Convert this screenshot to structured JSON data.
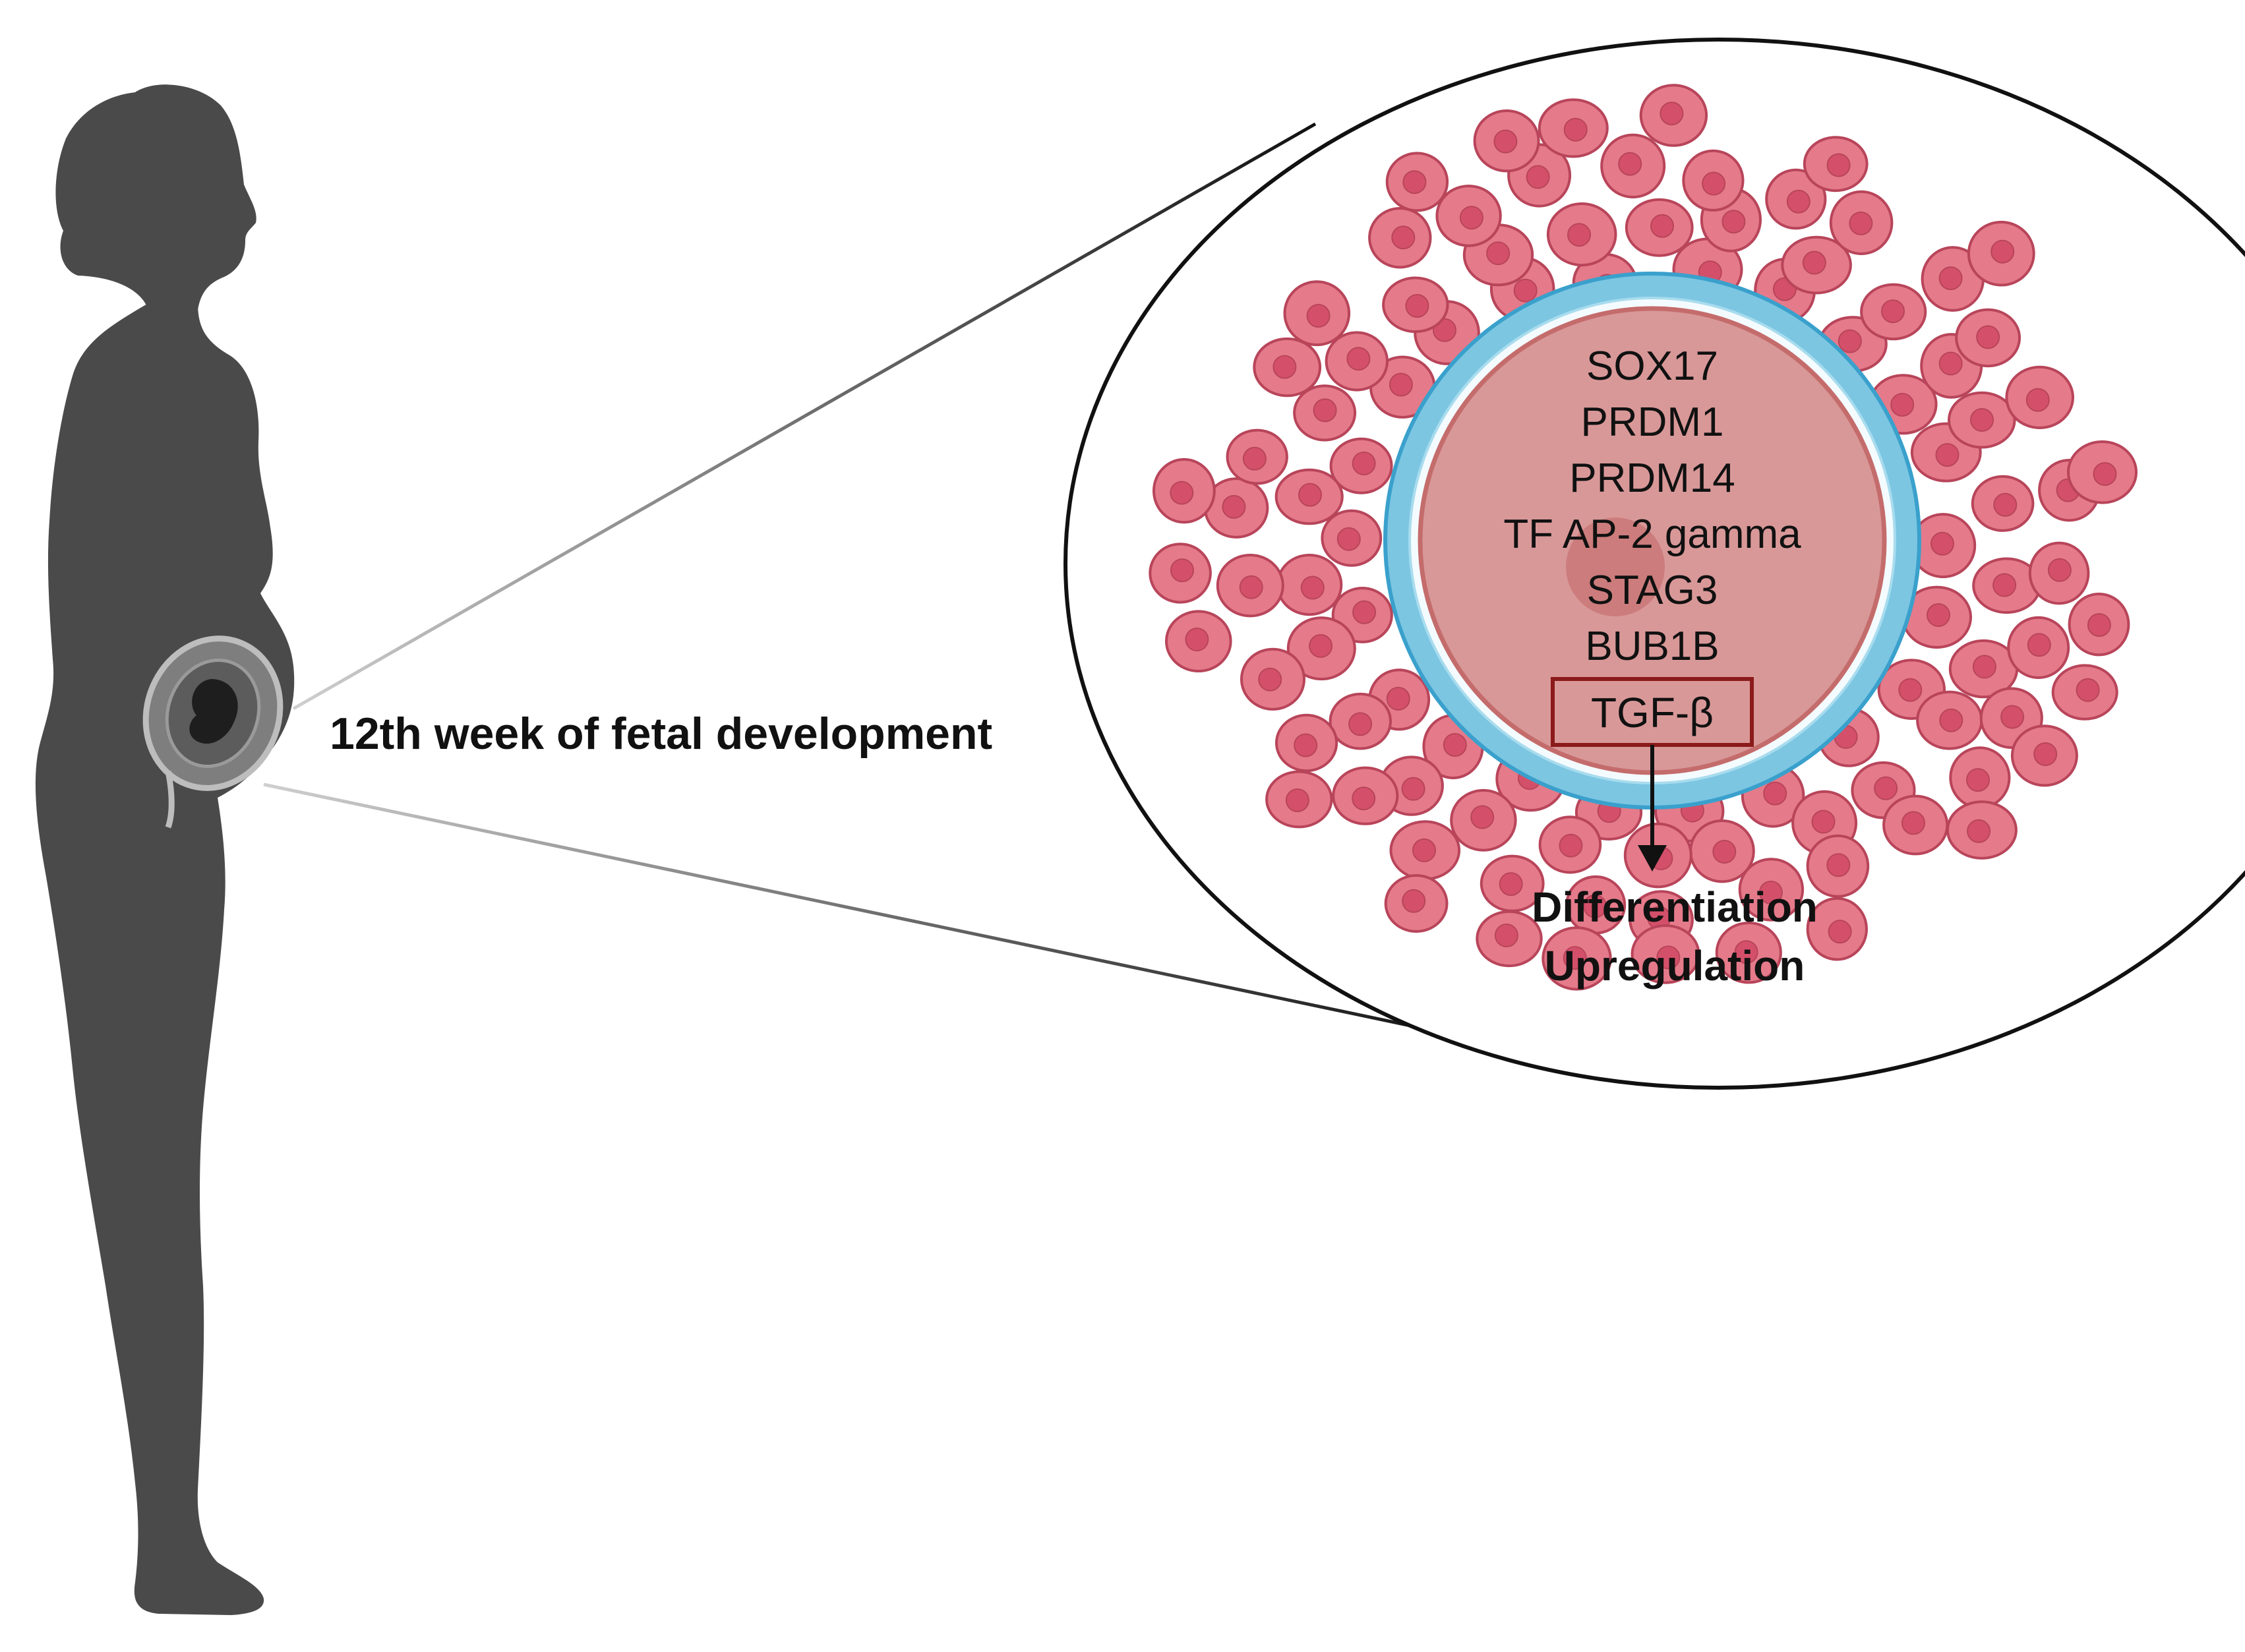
{
  "caption": "12th week of fetal development",
  "markers": [
    "SOX17",
    "PRDM1",
    "PRDM14",
    "TF AP-2 gamma",
    "STAG3",
    "BUB1B"
  ],
  "boxed_marker": "TGF-β",
  "outcome_lines": [
    "Differentiation",
    "Upregulation"
  ],
  "colors": {
    "silhouette": "#4a4a4a",
    "cell_fill": "#e57a8a",
    "cell_nucleus": "#d4506a",
    "cell_stroke": "#b8455a",
    "zona_ring": "#7cc6e2",
    "oocyte_fill": "#d99898",
    "box_stroke": "#8b1a1a",
    "text": "#111111"
  },
  "icons": [
    "pregnant-woman-silhouette",
    "fetus-in-uterus-icon",
    "granulosa-cell-cluster",
    "oocyte",
    "down-arrow"
  ]
}
